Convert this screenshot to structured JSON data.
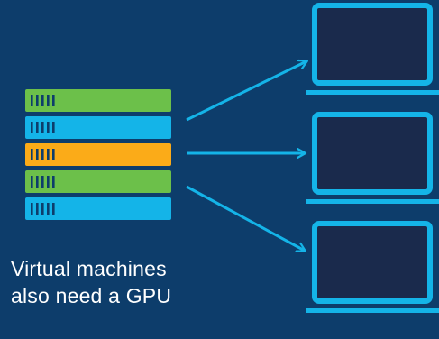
{
  "caption": {
    "line1": "Virtual machines",
    "line2": "also need a GPU"
  },
  "colors": {
    "background": "#0d3d6b",
    "accent": "#14b4e8",
    "server_green": "#6cc04a",
    "server_blue": "#14b4e8",
    "server_orange": "#fbab18",
    "screen_fill": "#1a2a4c",
    "text": "#ffffff"
  },
  "server": {
    "units": [
      {
        "color": "server_green"
      },
      {
        "color": "server_blue"
      },
      {
        "color": "server_orange"
      },
      {
        "color": "server_green"
      },
      {
        "color": "server_blue"
      }
    ]
  },
  "laptops": {
    "count": 3
  },
  "icons": {
    "server": "server-rack-icon",
    "laptop": "laptop-icon",
    "arrow": "arrow-icon"
  }
}
